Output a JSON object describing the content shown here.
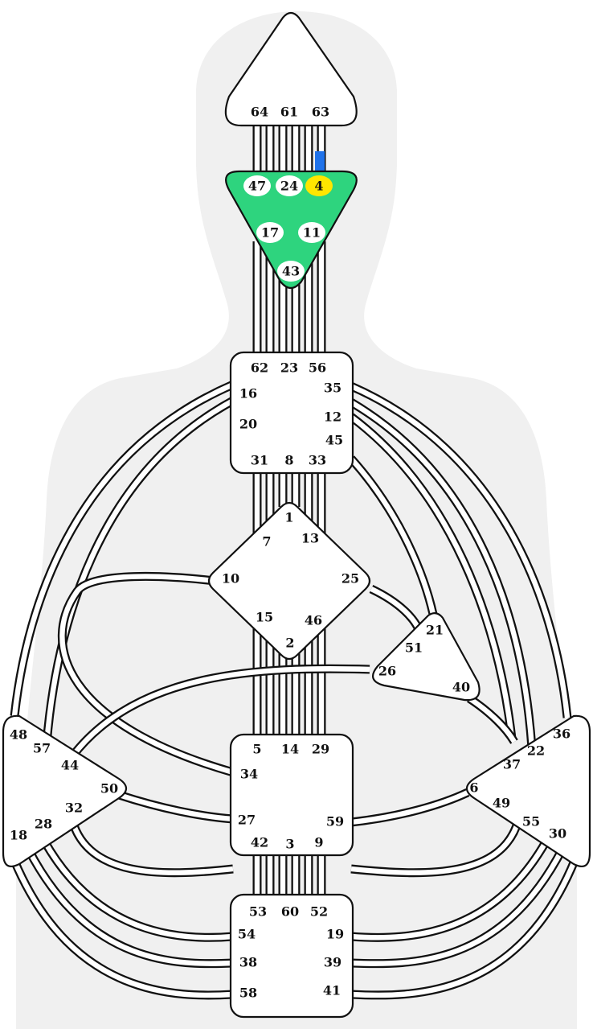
{
  "chart": {
    "colors": {
      "background": "#ffffff",
      "silhouette": "#f0f0f0",
      "center_fill": "#ffffff",
      "defined_fill": "#2ed47e",
      "gate_bubble": "#ffffff",
      "active_gate": "#ffe600",
      "activation": "#1f72ea",
      "stroke": "#111111"
    },
    "centers": [
      {
        "id": "head",
        "gates": [
          "64",
          "61",
          "63"
        ],
        "defined": false
      },
      {
        "id": "ajna",
        "gates": [
          "47",
          "24",
          "4",
          "17",
          "11",
          "43"
        ],
        "defined": true
      },
      {
        "id": "throat",
        "gates": [
          "62",
          "23",
          "56",
          "16",
          "35",
          "12",
          "20",
          "45",
          "31",
          "8",
          "33"
        ],
        "defined": false
      },
      {
        "id": "g",
        "gates": [
          "1",
          "7",
          "13",
          "10",
          "25",
          "15",
          "46",
          "2"
        ],
        "defined": false
      },
      {
        "id": "heart",
        "gates": [
          "21",
          "51",
          "26",
          "40"
        ],
        "defined": false
      },
      {
        "id": "sacral",
        "gates": [
          "5",
          "14",
          "29",
          "34",
          "27",
          "59",
          "42",
          "3",
          "9"
        ],
        "defined": false
      },
      {
        "id": "spleen",
        "gates": [
          "48",
          "57",
          "44",
          "50",
          "32",
          "28",
          "18"
        ],
        "defined": false
      },
      {
        "id": "solar-plexus",
        "gates": [
          "36",
          "22",
          "37",
          "6",
          "49",
          "55",
          "30"
        ],
        "defined": false
      },
      {
        "id": "root",
        "gates": [
          "53",
          "60",
          "52",
          "54",
          "19",
          "38",
          "39",
          "58",
          "41"
        ],
        "defined": false
      }
    ],
    "active_gates": [
      "4"
    ]
  }
}
